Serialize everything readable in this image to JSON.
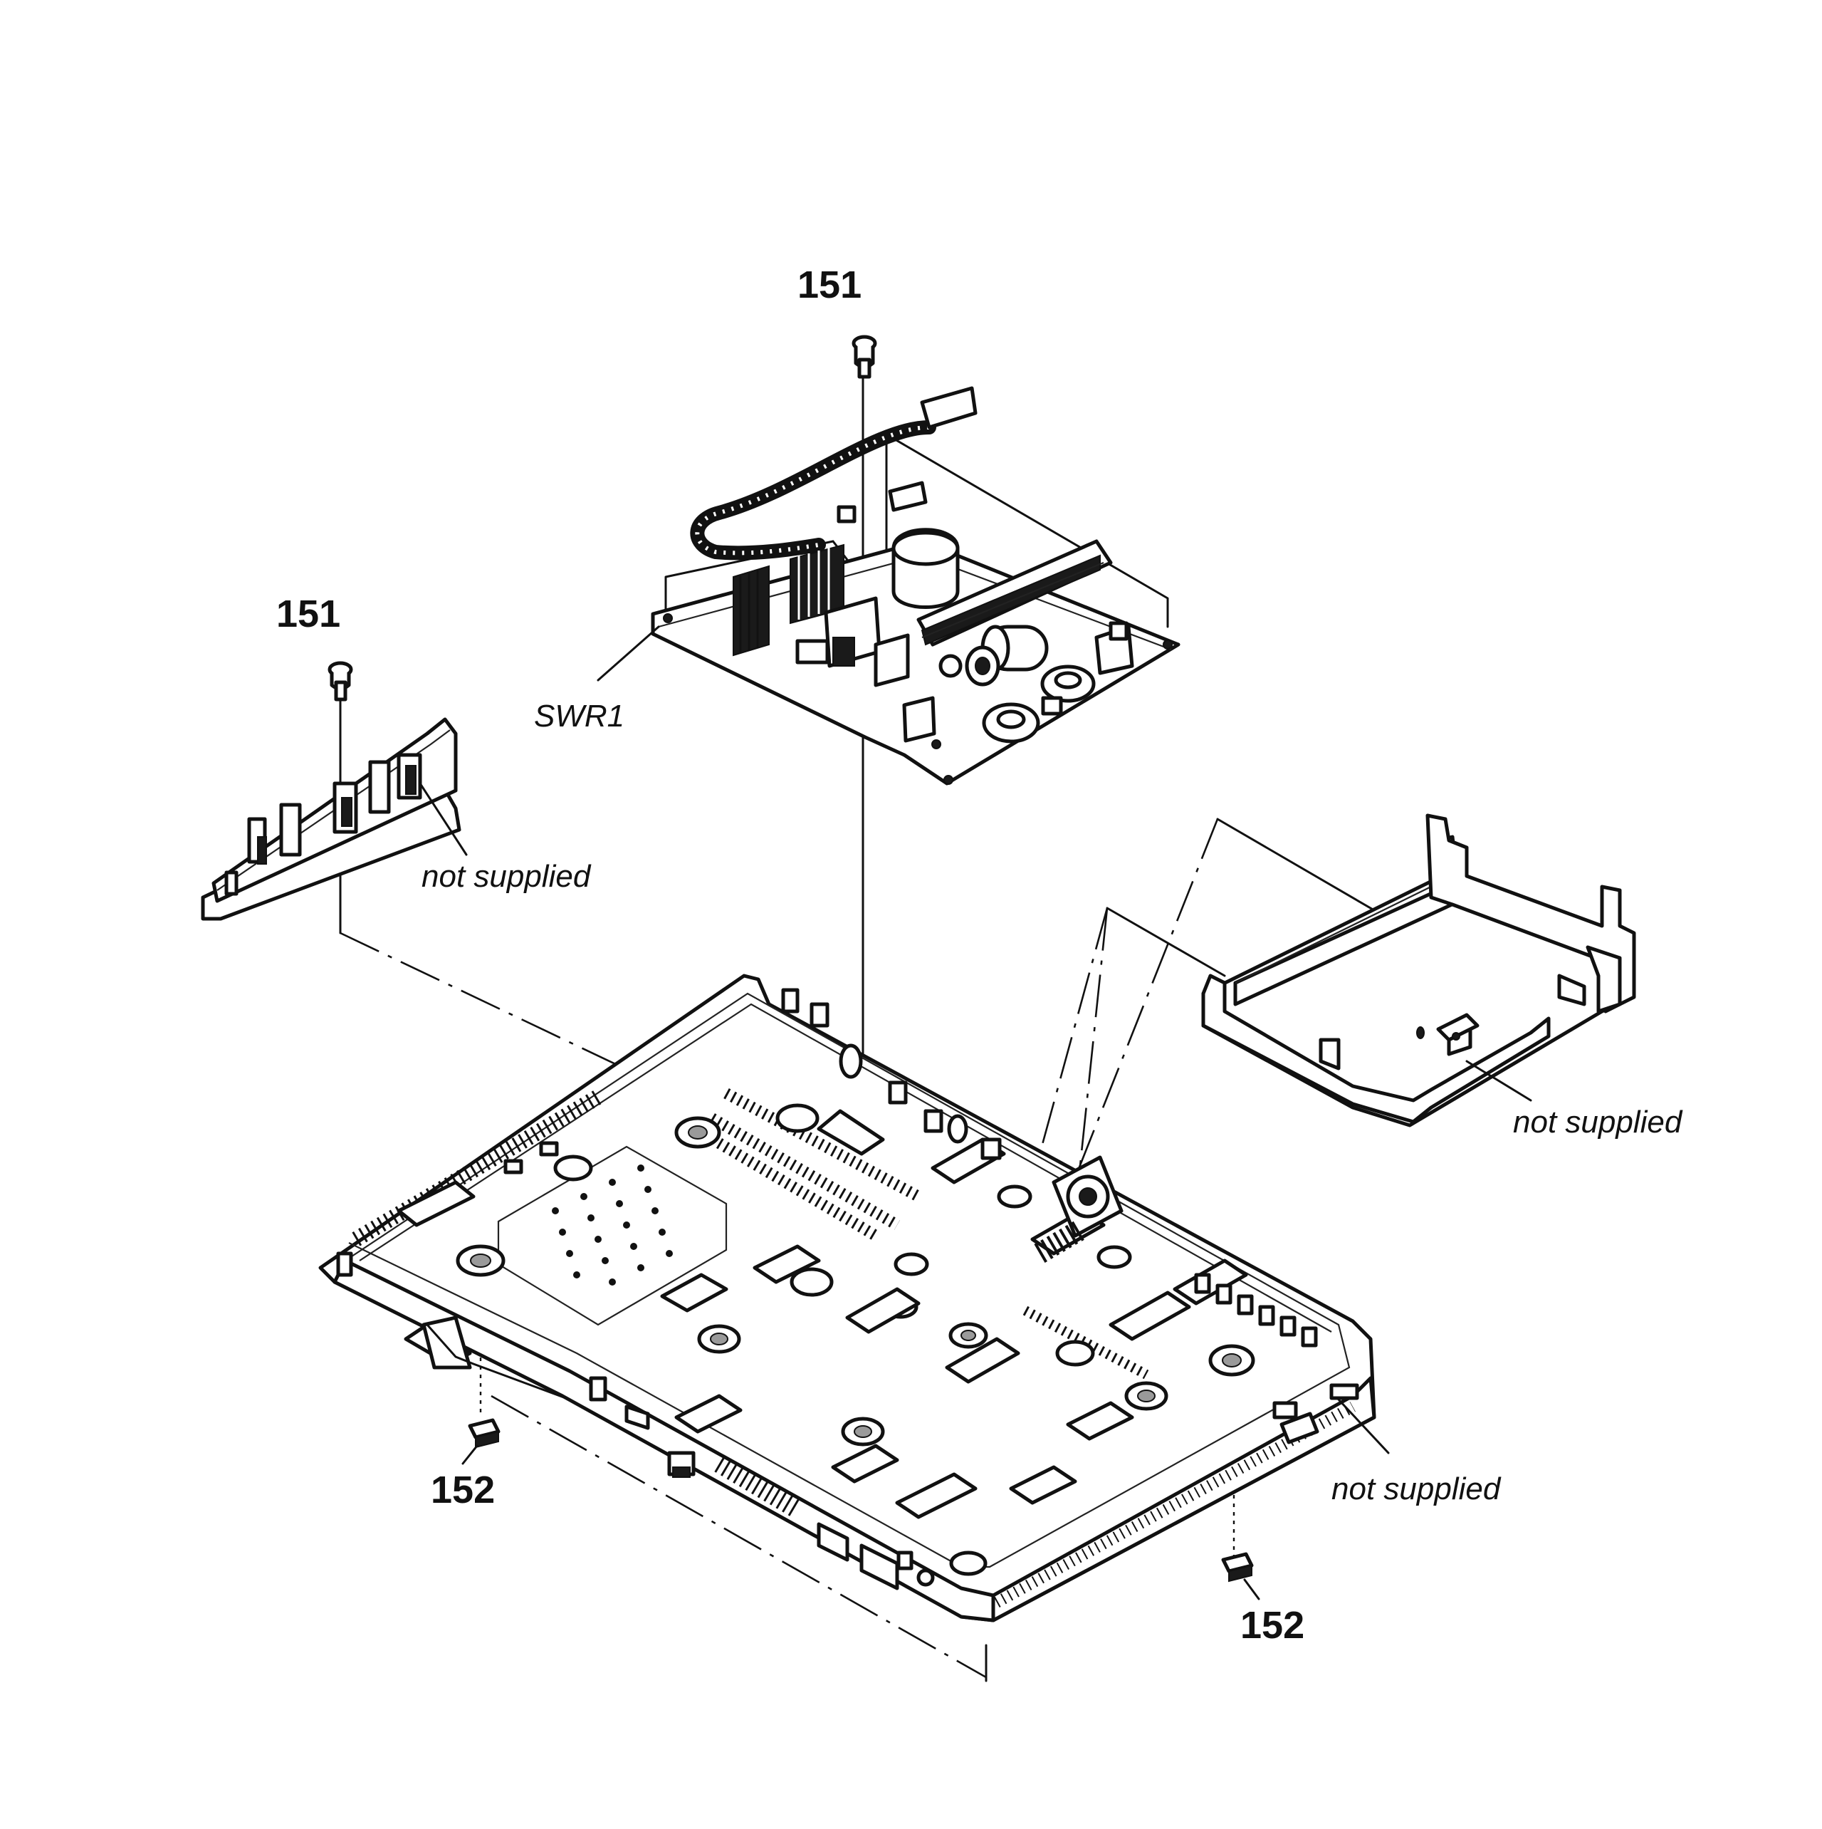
{
  "callouts": {
    "screw_top": "151",
    "screw_left": "151",
    "foot_left": "152",
    "foot_right": "152"
  },
  "labels": {
    "board": "SWR1",
    "not_supplied_bracket": "not supplied",
    "not_supplied_shield": "not supplied",
    "not_supplied_chassis": "not supplied"
  }
}
